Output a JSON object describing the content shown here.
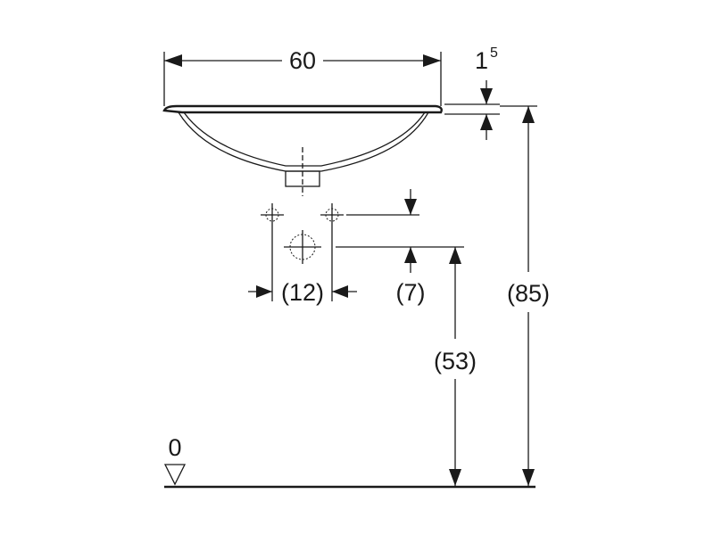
{
  "dimensions": {
    "width": "60",
    "rim_thickness_base": "1",
    "rim_thickness_sup": "5",
    "total_height": "(85)",
    "drain_height": "(53)",
    "tap_offset": "(7)",
    "tap_spacing": "(12)",
    "floor_level": "0"
  }
}
